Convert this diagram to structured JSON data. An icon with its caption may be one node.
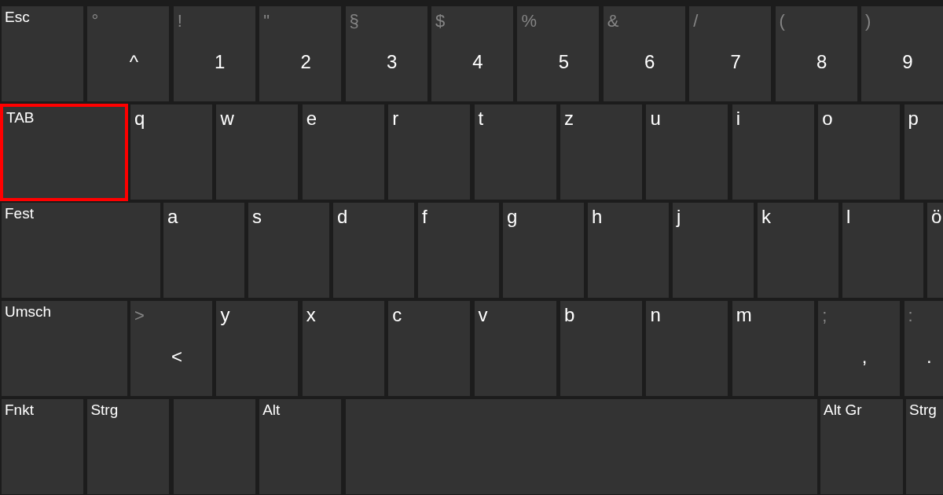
{
  "diagram": {
    "nodes": [
      {
        "text": [
          "Esc"
        ]
      },
      {
        "text": [
          "°",
          "^"
        ]
      },
      {
        "text": [
          "!",
          "1"
        ]
      },
      {
        "text": [
          "\"",
          "2"
        ]
      },
      {
        "text": [
          "§",
          "3"
        ]
      },
      {
        "text": [
          "$",
          "4"
        ]
      },
      {
        "text": [
          "%",
          "5"
        ]
      },
      {
        "text": [
          "&",
          "6"
        ]
      },
      {
        "text": [
          "/",
          "7"
        ]
      },
      {
        "text": [
          "(",
          "8"
        ]
      },
      {
        "text": [
          ")",
          "9"
        ]
      },
      {
        "text": [],
        "shape": "box"
      },
      {
        "text": [
          "TAB"
        ],
        "in": 11
      },
      {
        "text": [
          "q"
        ]
      },
      {
        "text": [
          "w"
        ]
      },
      {
        "text": [
          "e"
        ]
      },
      {
        "text": [
          "r"
        ]
      },
      {
        "text": [
          "t"
        ]
      },
      {
        "text": [
          "z"
        ]
      },
      {
        "text": [
          "u"
        ]
      },
      {
        "text": [
          "i"
        ]
      },
      {
        "text": [
          "o"
        ]
      },
      {
        "text": [
          "p"
        ]
      },
      {
        "text": [
          "Fest"
        ]
      },
      {
        "text": [
          "a"
        ]
      },
      {
        "text": [
          "s"
        ]
      },
      {
        "text": [
          "d"
        ]
      },
      {
        "text": [
          "f"
        ]
      },
      {
        "text": [
          "g"
        ]
      },
      {
        "text": [
          "h"
        ]
      },
      {
        "text": [
          "j"
        ]
      },
      {
        "text": [
          "k"
        ]
      },
      {
        "text": [
          "l"
        ]
      },
      {
        "text": [
          "ö"
        ]
      },
      {
        "text": [
          "Umsch"
        ]
      },
      {
        "text": [
          ">",
          "<"
        ]
      },
      {
        "text": [
          "y"
        ]
      },
      {
        "text": [
          "x"
        ]
      },
      {
        "text": [
          "c"
        ]
      },
      {
        "text": [
          "v"
        ]
      },
      {
        "text": [
          "b"
        ]
      },
      {
        "text": [
          "n"
        ]
      },
      {
        "text": [
          "m"
        ]
      },
      {
        "text": [
          ";",
          ","
        ]
      },
      {
        "text": [
          ":",
          "."
        ]
      },
      {
        "text": [
          "Fnkt"
        ]
      },
      {
        "text": [
          "Strg"
        ]
      },
      {
        "text": [],
        "shape": "box"
      },
      {
        "text": [
          "Alt"
        ]
      },
      {
        "text": [],
        "shape": "box"
      },
      {
        "text": [
          "Alt Gr"
        ]
      },
      {
        "text": [
          "Strg"
        ]
      }
    ]
  }
}
